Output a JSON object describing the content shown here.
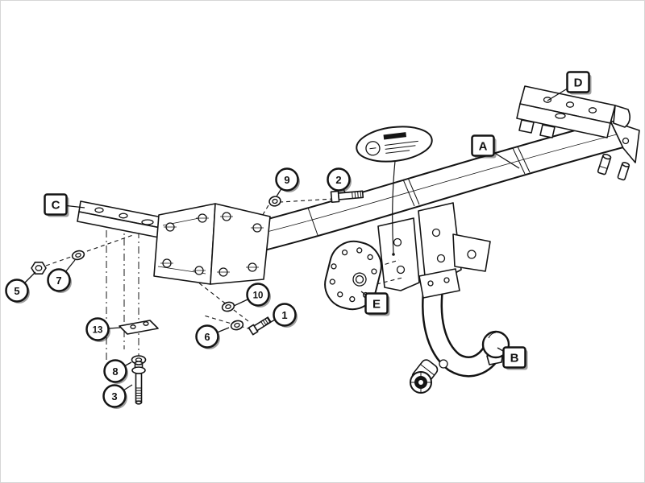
{
  "callouts": {
    "letters": [
      {
        "label": "A"
      },
      {
        "label": "B"
      },
      {
        "label": "C"
      },
      {
        "label": "D"
      },
      {
        "label": "E"
      }
    ],
    "numbers": [
      {
        "label": "1"
      },
      {
        "label": "2"
      },
      {
        "label": "3"
      },
      {
        "label": "5"
      },
      {
        "label": "6"
      },
      {
        "label": "7"
      },
      {
        "label": "8"
      },
      {
        "label": "9"
      },
      {
        "label": "10"
      },
      {
        "label": "13"
      }
    ]
  },
  "colors": {
    "ink": "#141414",
    "paper": "#ffffff"
  }
}
